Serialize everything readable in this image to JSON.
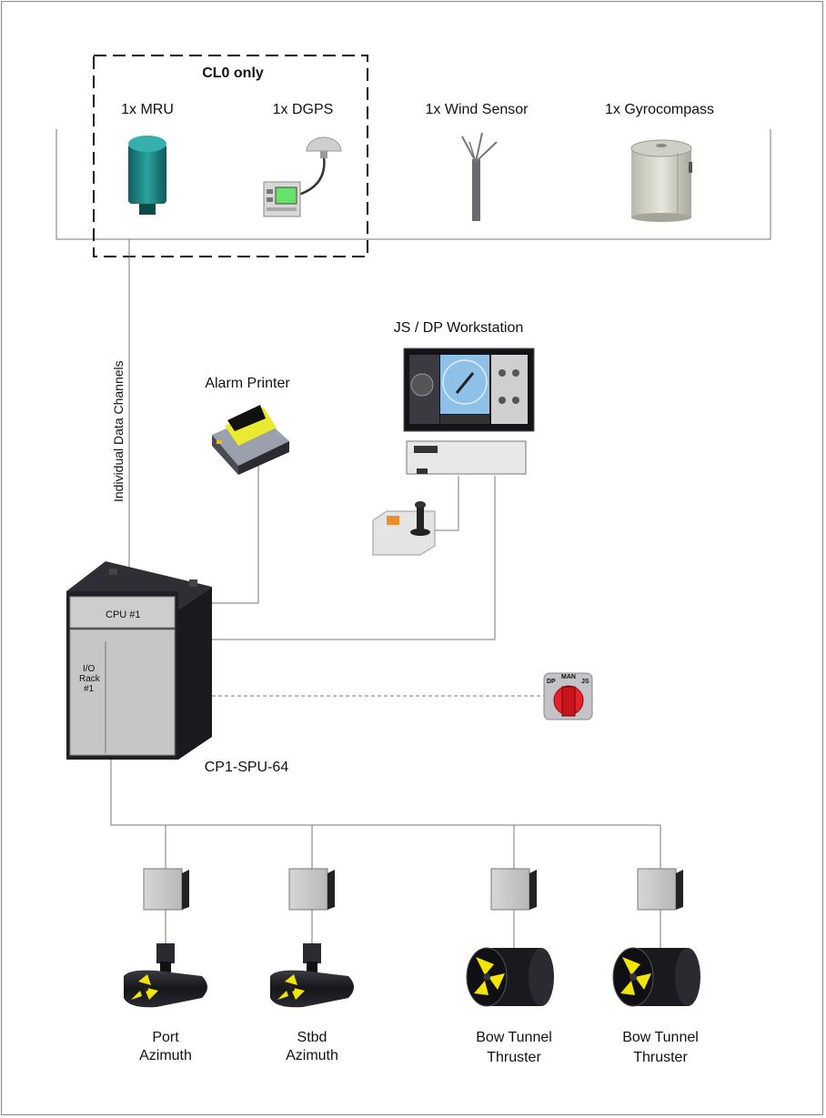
{
  "sensor_group_label": "CL0 only",
  "sensors": {
    "mru": "1x MRU",
    "dgps": "1x DGPS",
    "wind": "1x Wind Sensor",
    "gyro": "1x Gyrocompass"
  },
  "channel_label": "Individual Data Channels",
  "workstation_label": "JS / DP Workstation",
  "printer_label": "Alarm Printer",
  "cabinet": {
    "name": "CP1-SPU-64",
    "cpu_label": "CPU #1",
    "io_label_1": "I/O",
    "io_label_2": "Rack",
    "io_label_3": "#1"
  },
  "selector_switch": {
    "left": "DP",
    "top": "MAN",
    "right": "JS"
  },
  "thrusters": [
    {
      "line1": "Port",
      "line2": "Azimuth"
    },
    {
      "line1": "Stbd",
      "line2": "Azimuth"
    },
    {
      "line1": "Bow Tunnel",
      "line2": "Thruster"
    },
    {
      "line1": "Bow Tunnel",
      "line2": "Thruster"
    }
  ],
  "colors": {
    "thruster_body": "#1e1e22",
    "propeller": "#f2e500",
    "mru_teal": "#1f8a88",
    "switch_red": "#e8202a",
    "dp_screen": "#8fc0e8"
  }
}
